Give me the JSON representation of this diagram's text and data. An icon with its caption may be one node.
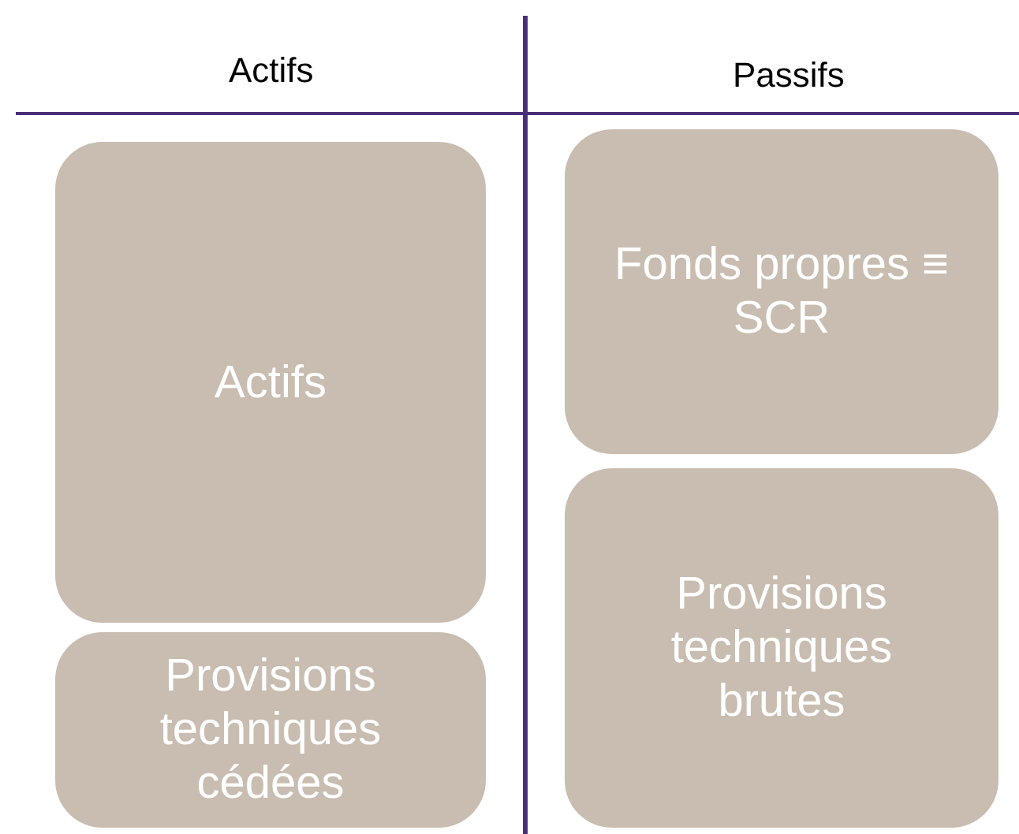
{
  "diagram": {
    "nodes": [
      {
        "text": [
          "Actifs"
        ]
      },
      {
        "text": [
          "Provisions techniques cédées"
        ]
      },
      {
        "text": [
          "Fonds propres ≡ SCR"
        ]
      },
      {
        "text": [
          "Provisions techniques brutes"
        ]
      }
    ],
    "edges": [],
    "labels": [
      "Actifs",
      "Passifs"
    ]
  }
}
